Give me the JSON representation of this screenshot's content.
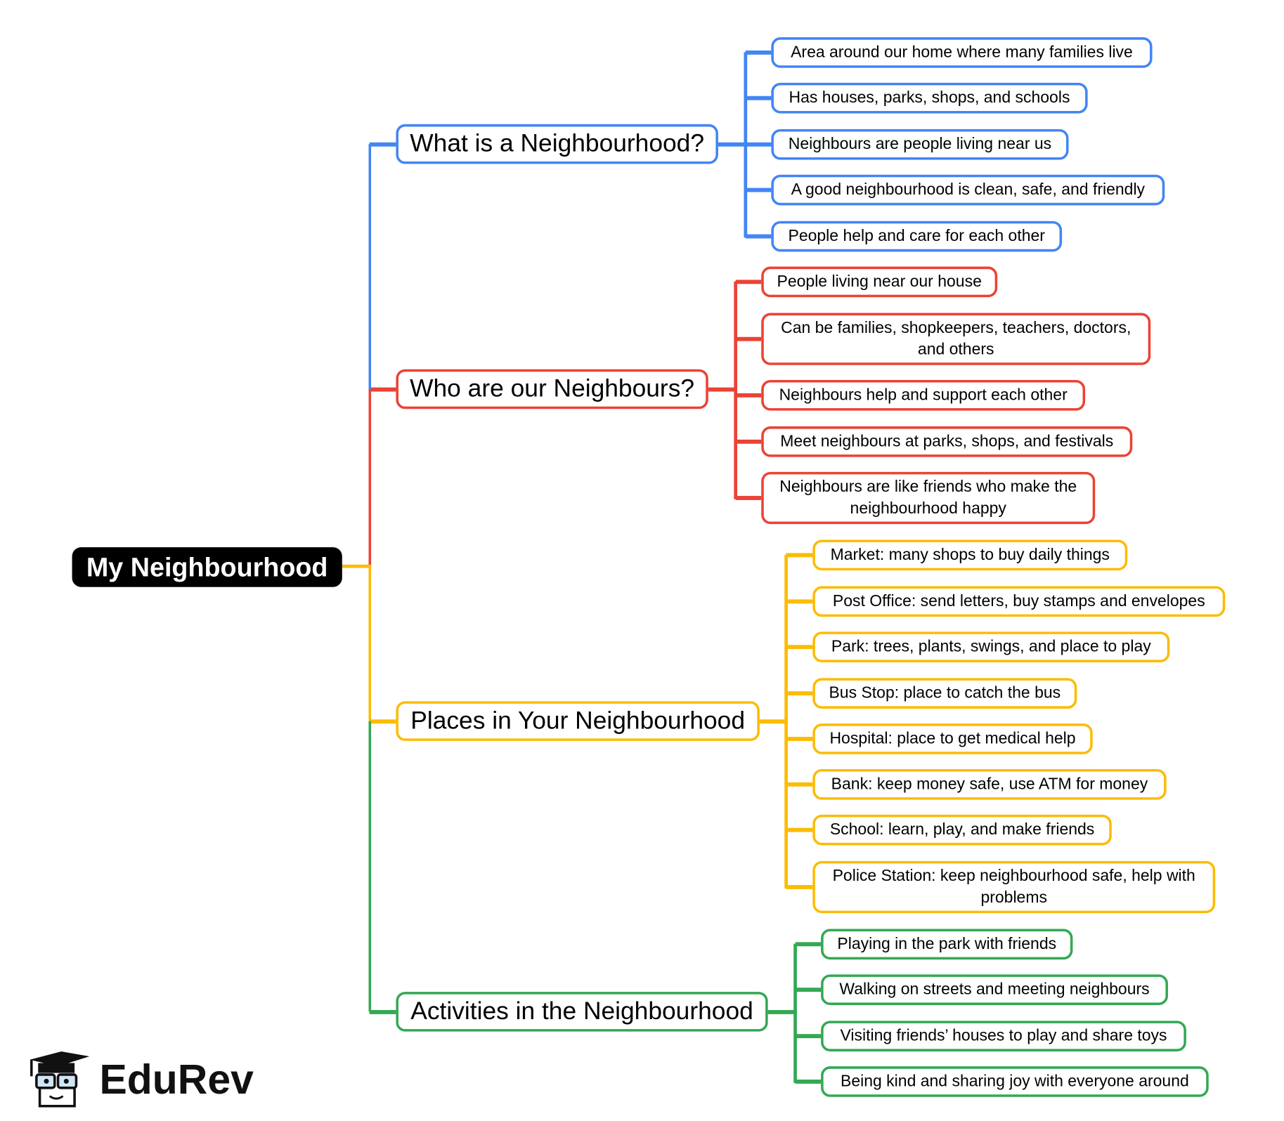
{
  "root": {
    "label": "My Neighbourhood"
  },
  "colors": {
    "blue": "#4285F4",
    "red": "#EA4335",
    "yellow": "#FBBC05",
    "green": "#34A853"
  },
  "branches": [
    {
      "label": "What is a Neighbourhood?",
      "color": "#4285F4",
      "children": [
        "Area around our home where many families live",
        "Has houses, parks, shops, and schools",
        "Neighbours are people living near us",
        "A good neighbourhood is clean, safe, and friendly",
        "People help and care for each other"
      ]
    },
    {
      "label": "Who are our Neighbours?",
      "color": "#EA4335",
      "children": [
        "People living near our house",
        "Can be families, shopkeepers, teachers, doctors, and others",
        "Neighbours help and support each other",
        "Meet neighbours at parks, shops, and festivals",
        "Neighbours are like friends who make the neighbourhood happy"
      ]
    },
    {
      "label": "Places in Your Neighbourhood",
      "color": "#FBBC05",
      "children": [
        "Market: many shops to buy daily things",
        "Post Office: send letters, buy stamps and envelopes",
        "Park: trees, plants, swings, and place to play",
        "Bus Stop: place to catch the bus",
        "Hospital: place to get medical help",
        "Bank: keep money safe, use ATM for money",
        "School: learn, play, and make friends",
        "Police Station: keep neighbourhood safe, help with problems"
      ]
    },
    {
      "label": "Activities in the Neighbourhood",
      "color": "#34A853",
      "children": [
        "Playing in the park with friends",
        "Walking on streets and meeting neighbours",
        "Visiting friends’ houses to play and share toys",
        "Being kind and sharing joy with everyone around"
      ]
    }
  ],
  "logo": {
    "text": "EduRev",
    "icon": "graduate-mascot-icon"
  }
}
